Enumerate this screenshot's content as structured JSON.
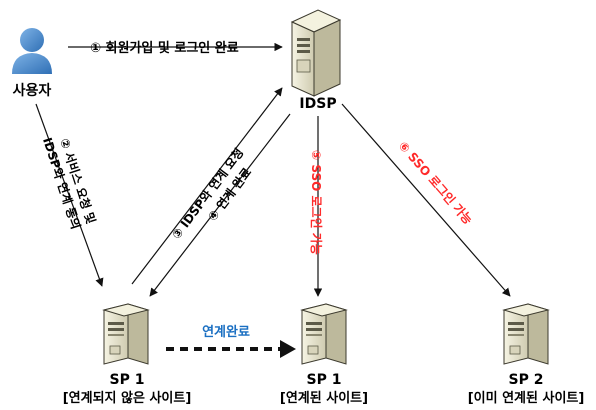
{
  "actors": {
    "user": {
      "label": "사용자",
      "icon": "user-icon"
    },
    "idsp": {
      "label": "IDSP",
      "icon": "tower-server-icon"
    },
    "sp1_before": {
      "name": "SP 1",
      "sub": "[연계되지 않은 사이트]",
      "icon": "server-icon"
    },
    "sp1_after": {
      "name": "SP 1",
      "sub": "[연계된 사이트]",
      "icon": "server-icon"
    },
    "sp2": {
      "name": "SP 2",
      "sub": "[이미 연계된 사이트]",
      "icon": "server-icon"
    }
  },
  "steps": {
    "step1": "① 회원가입 및 로그인 완료",
    "step2_line1": "② 서비스 요청 및",
    "step2_line2": "IDSP와 연계 동의",
    "step3": "③ IDSP와 연계 요청",
    "step4": "④ 연계 완료",
    "step5": "⑤ SSO 로그인 가능",
    "step6": "⑥ SSO 로그인 가능",
    "link_done": "연계완료"
  },
  "colors": {
    "text": "#000000",
    "highlight": "#ff2a2a",
    "link": "#1a6fc2",
    "user_blue": "#2f6fb5",
    "server_light": "#e9e6cf",
    "server_dark": "#5c5a48"
  }
}
